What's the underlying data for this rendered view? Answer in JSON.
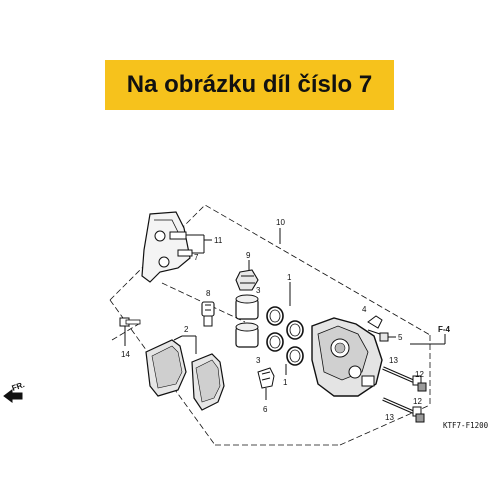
{
  "banner": {
    "text": "Na obrázku díl číslo 7",
    "color": "#f6c21c"
  },
  "diagram": {
    "part_labels": {
      "p1_top": "1",
      "p1_bottom": "1",
      "p2": "2",
      "p3_top": "3",
      "p3_bottom": "3",
      "p4": "4",
      "p5": "5",
      "p6": "6",
      "p7": "7",
      "p8": "8",
      "p9": "9",
      "p10": "10",
      "p11": "11",
      "p12_top": "12",
      "p12_bottom": "12",
      "p13_top": "13",
      "p13_bottom": "13",
      "p14": "14"
    },
    "ref_label": "F-4",
    "front_label": "FR.",
    "drawing_code": "KTF7-F1200"
  }
}
